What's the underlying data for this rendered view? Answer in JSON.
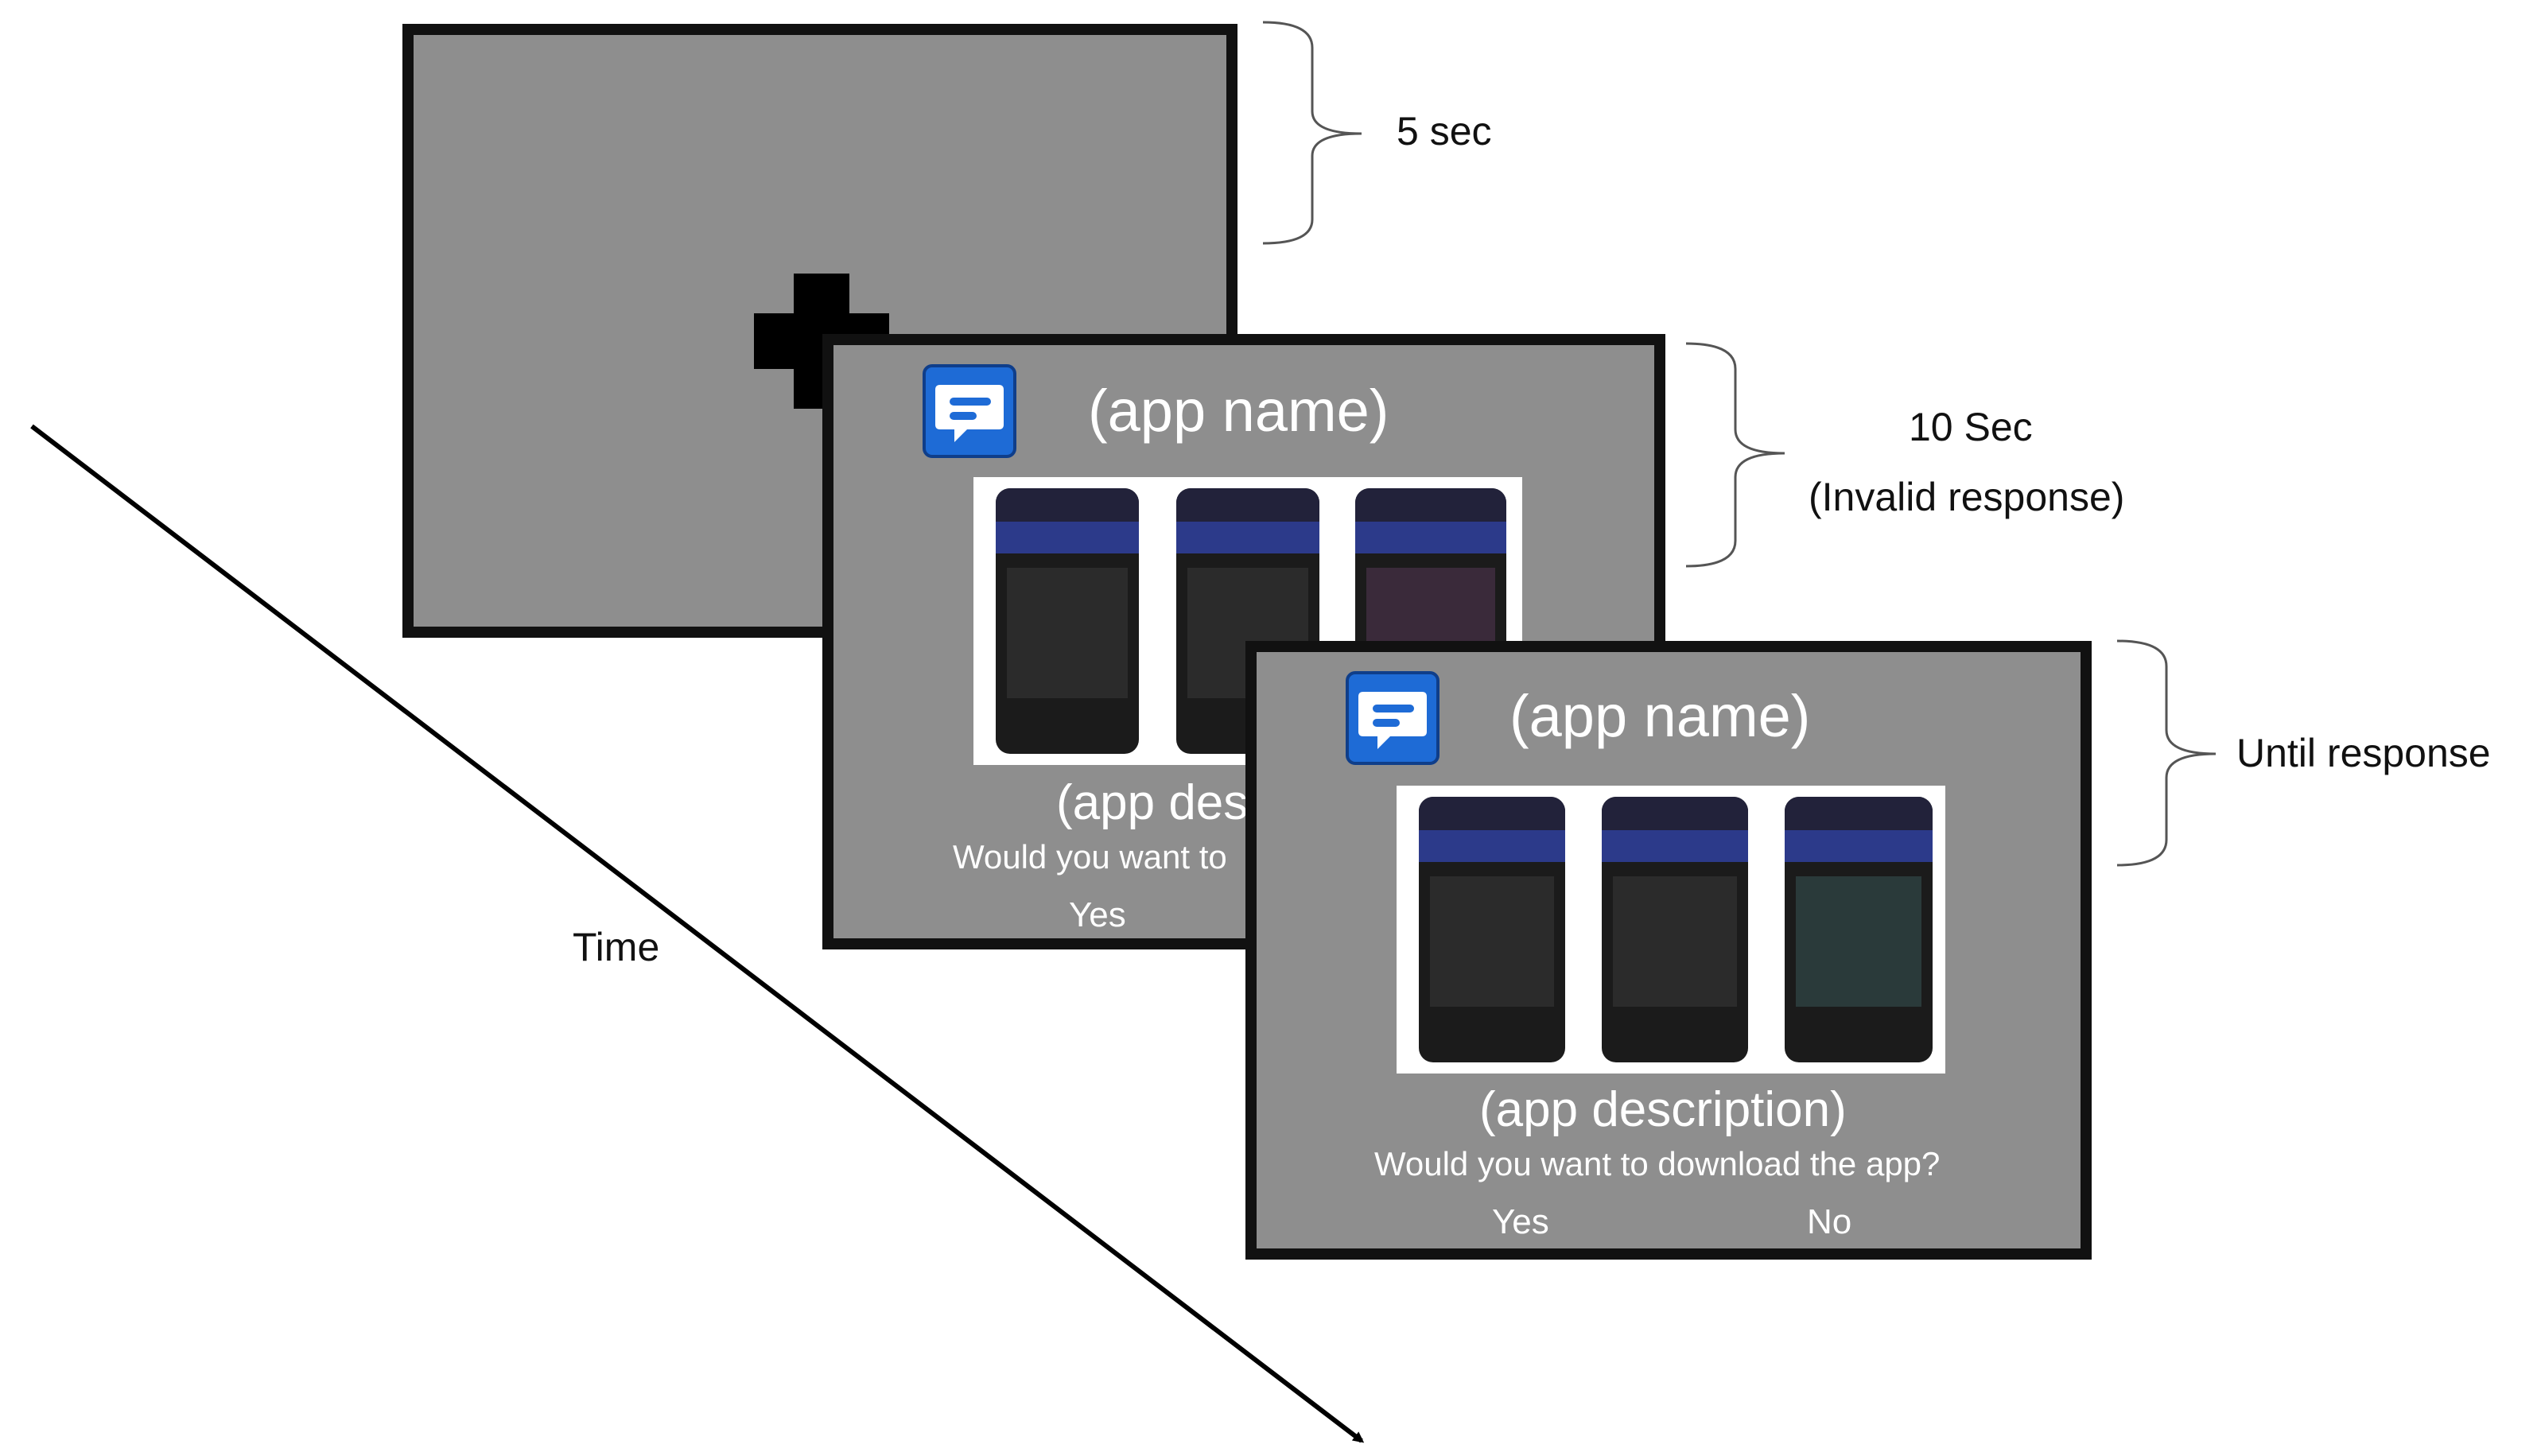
{
  "timing_labels": {
    "fixation": "5 sec",
    "invalid_line1": "10 Sec",
    "invalid_line2": "(Invalid response)",
    "final": "Until response"
  },
  "time_axis_label": "Time",
  "screen_invalid": {
    "app_name": "(app name)",
    "app_desc": "(app des",
    "question": "Would you want to",
    "yes": "Yes"
  },
  "screen_final": {
    "app_name": "(app name)",
    "app_desc": "(app description)",
    "question": "Would you want to download the app?",
    "yes": "Yes",
    "no": "No"
  },
  "icons": {
    "app_icon": "speech-bubble-app-icon",
    "fixation": "fixation-cross-icon"
  },
  "colors": {
    "screen_gray": "#8e8e8e",
    "border": "#111111",
    "app_icon_blue": "#1e6bd6"
  }
}
